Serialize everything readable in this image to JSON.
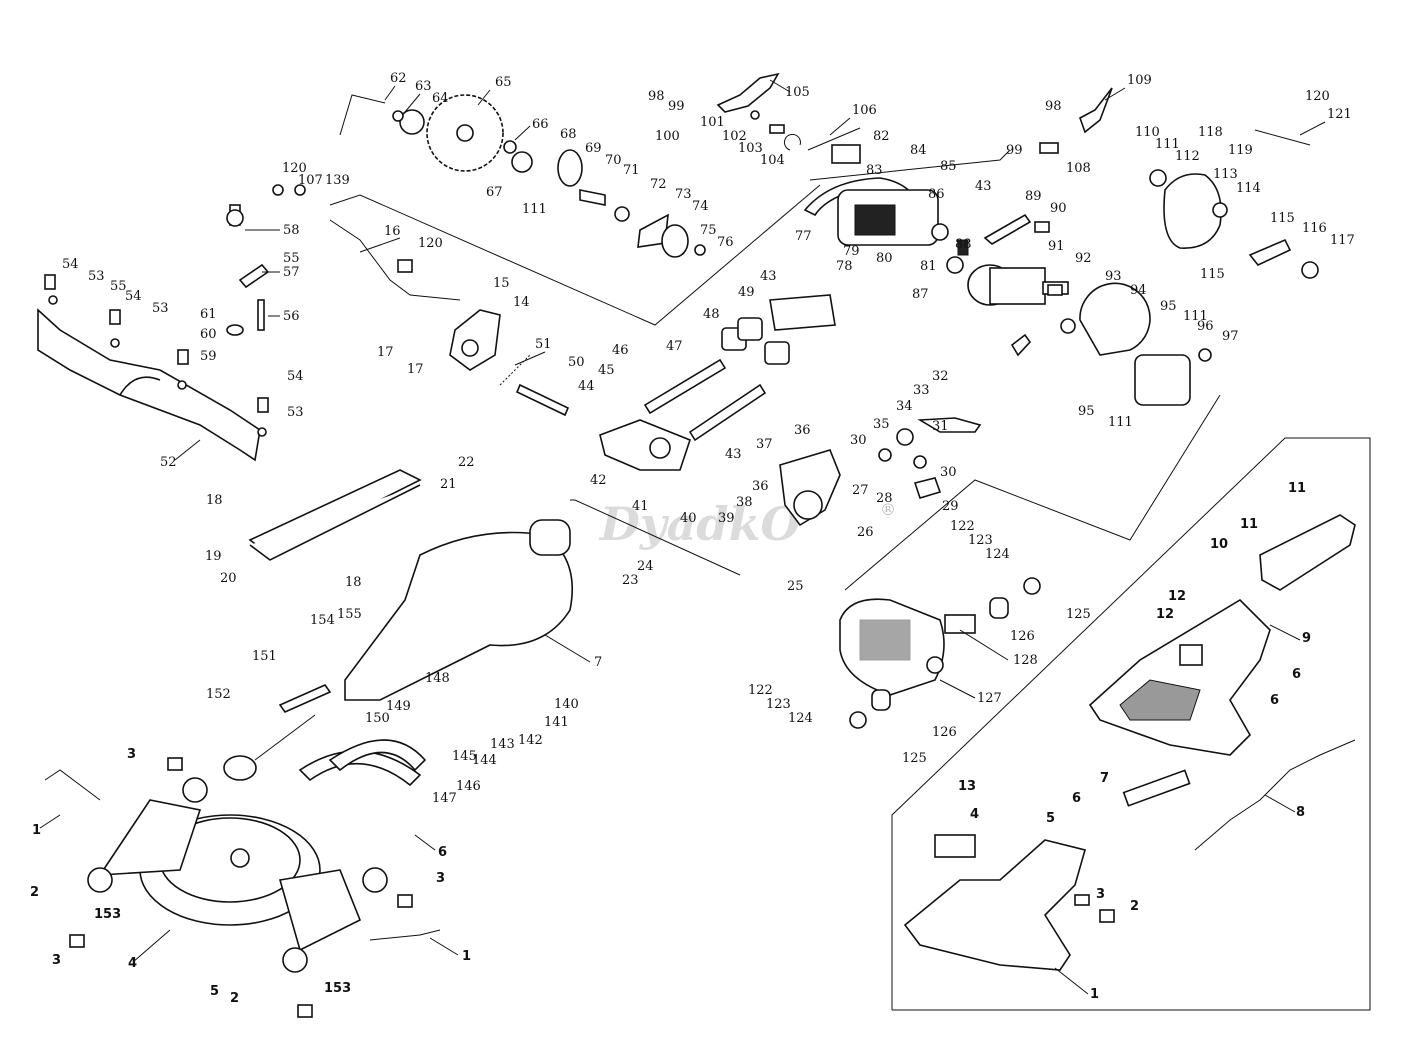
{
  "watermark": "DyadkO",
  "watermark_mark": "®",
  "labels": {
    "n62": "62",
    "n63": "63",
    "n64": "64",
    "n65": "65",
    "n66": "66",
    "n67": "67",
    "n68": "68",
    "n69": "69",
    "n70": "70",
    "n71": "71",
    "n72": "72",
    "n73": "73",
    "n74": "74",
    "n75": "75",
    "n76": "76",
    "n77": "77",
    "n78": "78",
    "n79": "79",
    "n80": "80",
    "n81": "81",
    "n82": "82",
    "n83": "83",
    "n84": "84",
    "n85": "85",
    "n86": "86",
    "n87": "87",
    "n88": "88",
    "n89": "89",
    "n90": "90",
    "n91": "91",
    "n92": "92",
    "n93": "93",
    "n94": "94",
    "n95a": "95",
    "n95b": "95",
    "n96": "96",
    "n97": "97",
    "n98a": "98",
    "n98b": "98",
    "n99a": "99",
    "n99b": "99",
    "n100": "100",
    "n101": "101",
    "n102": "102",
    "n103": "103",
    "n104": "104",
    "n105": "105",
    "n106": "106",
    "n107": "107",
    "n108": "108",
    "n109": "109",
    "n110": "110",
    "n111a": "111",
    "n111b": "111",
    "n111c": "111",
    "n111d": "111",
    "n112": "112",
    "n113": "113",
    "n114": "114",
    "n115a": "115",
    "n115b": "115",
    "n116": "116",
    "n117": "117",
    "n118": "118",
    "n119": "119",
    "n120a": "120",
    "n120b": "120",
    "n120c": "120",
    "n121": "121",
    "n139": "139",
    "n58": "58",
    "n55a": "55",
    "n55b": "55",
    "n57": "57",
    "n54a": "54",
    "n54b": "54",
    "n54c": "54",
    "n53a": "53",
    "n53b": "53",
    "n53c": "53",
    "n56": "56",
    "n61": "61",
    "n60": "60",
    "n59": "59",
    "n52": "52",
    "n16": "16",
    "n15": "15",
    "n14": "14",
    "n17a": "17",
    "n17b": "17",
    "n51": "51",
    "n50": "50",
    "n46": "46",
    "n45": "45",
    "n44": "44",
    "n47": "47",
    "n48": "48",
    "n49": "49",
    "n43a": "43",
    "n43b": "43",
    "n43c": "43",
    "n42": "42",
    "n41": "41",
    "n40": "40",
    "n39": "39",
    "n38": "38",
    "n37": "37",
    "n36a": "36",
    "n36b": "36",
    "n35": "35",
    "n34": "34",
    "n33": "33",
    "n32": "32",
    "n31": "31",
    "n30a": "30",
    "n30b": "30",
    "n29": "29",
    "n28": "28",
    "n27": "27",
    "n26": "26",
    "n25": "25",
    "n24": "24",
    "n23": "23",
    "n22": "22",
    "n21": "21",
    "n18a": "18",
    "n18b": "18",
    "n19": "19",
    "n20": "20",
    "n7": "7",
    "n155": "155",
    "n154": "154",
    "n151": "151",
    "n152": "152",
    "n148": "148",
    "n149": "149",
    "n150": "150",
    "n145": "145",
    "n144": "144",
    "n143": "143",
    "n142": "142",
    "n141": "141",
    "n140": "140",
    "n146": "146",
    "n147": "147",
    "n3a": "3",
    "n3b": "3",
    "n3c": "3",
    "n1a": "1",
    "n1b": "1",
    "n2a": "2",
    "n2b": "2",
    "n153a": "153",
    "n153b": "153",
    "n4": "4",
    "n5": "5",
    "n6": "6",
    "n122a": "122",
    "n122b": "122",
    "n123a": "123",
    "n123b": "123",
    "n124a": "124",
    "n124b": "124",
    "n125a": "125",
    "n125b": "125",
    "n126a": "126",
    "n126b": "126",
    "n127": "127",
    "n128": "128",
    "i11a": "11",
    "i11b": "11",
    "i10": "10",
    "i12a": "12",
    "i12b": "12",
    "i9": "9",
    "i6a": "6",
    "i6b": "6",
    "i6c": "6",
    "i7": "7",
    "i8": "8",
    "i13": "13",
    "i4": "4",
    "i5": "5",
    "i3": "3",
    "i2": "2",
    "i1": "1"
  }
}
